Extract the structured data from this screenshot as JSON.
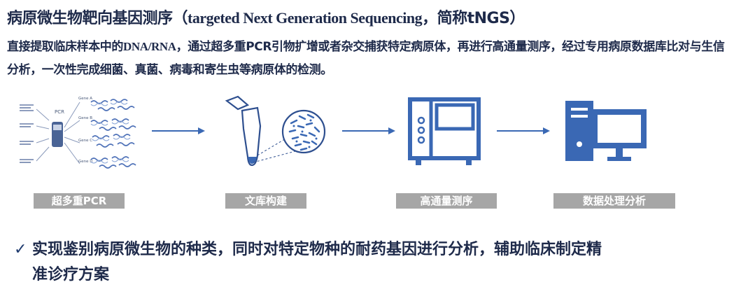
{
  "header": {
    "title_cn": "病原微生物靶向基因测序（",
    "title_en": "targeted Next Generation Sequencing",
    "title_tail": "，简称tNGS）"
  },
  "description": {
    "part1": "直接提取临床样本中的",
    "part2": "DNA/RNA",
    "part3": "，通过超多重PCR引物扩增或者杂交捕获特定病原体，再进行高通量测序，经过专用病原数据库比对与生信分析，一次性完成细菌、真菌、病毒和寄生虫等病原体的检测。"
  },
  "pcr_diagram": {
    "center_label": "PCR",
    "gene_labels": [
      "Gene A",
      "Gene B",
      "Gene C",
      "Gene D"
    ]
  },
  "steps": [
    {
      "label": "超多重PCR",
      "icon": "pcr-amplification-icon"
    },
    {
      "label": "文库构建",
      "icon": "test-tube-icon"
    },
    {
      "label": "高通量测序",
      "icon": "sequencer-icon"
    },
    {
      "label": "数据处理分析",
      "icon": "computer-icon"
    }
  ],
  "conclusion": {
    "check": "✓",
    "line1": "实现鉴别病原微生物的种类，同时对特定物种的耐药基因进行分析，辅助临床制定精",
    "line2": "准诊疗方案"
  },
  "colors": {
    "primary_blue": "#3a68b4",
    "label_gray": "#a6a6a6",
    "text_dark": "#1e2a4a"
  }
}
